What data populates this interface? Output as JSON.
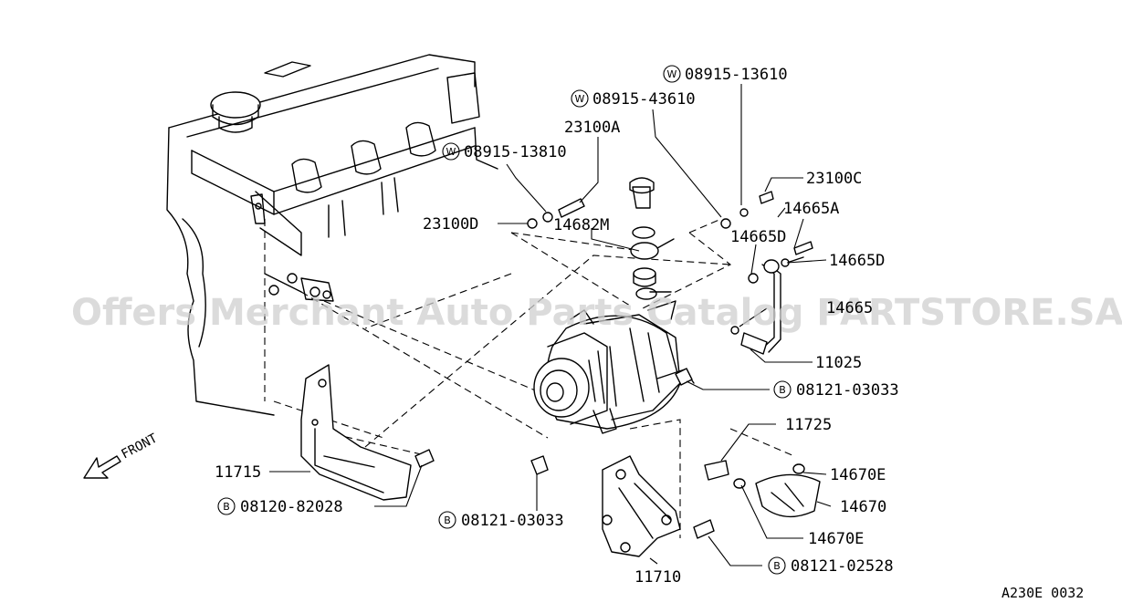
{
  "watermark": "Offers Merchant Auto Parts Catalog PARTSTORE.SA",
  "figure_code": "A230E 0032",
  "front_label": "FRONT",
  "callouts": {
    "w1": {
      "symbol": "W",
      "code": "08915-13610"
    },
    "w2": {
      "symbol": "W",
      "code": "08915-43610"
    },
    "w3": {
      "symbol": "W",
      "code": "08915-13810"
    },
    "b1": {
      "symbol": "B",
      "code": "08121-03033"
    },
    "b2": {
      "symbol": "B",
      "code": "08120-82028"
    },
    "b3": {
      "symbol": "B",
      "code": "08121-03033"
    },
    "b4": {
      "symbol": "B",
      "code": "08121-02528"
    }
  },
  "labels": {
    "p23100A": "23100A",
    "p23100C": "23100C",
    "p14665A": "14665A",
    "p23100D": "23100D",
    "p14682M": "14682M",
    "p14665D_1": "14665D",
    "p14665D_2": "14665D",
    "p14665": "14665",
    "p11025": "11025",
    "p11725": "11725",
    "p11715": "11715",
    "p14670E_1": "14670E",
    "p14670": "14670",
    "p14670E_2": "14670E",
    "p11710": "11710"
  }
}
